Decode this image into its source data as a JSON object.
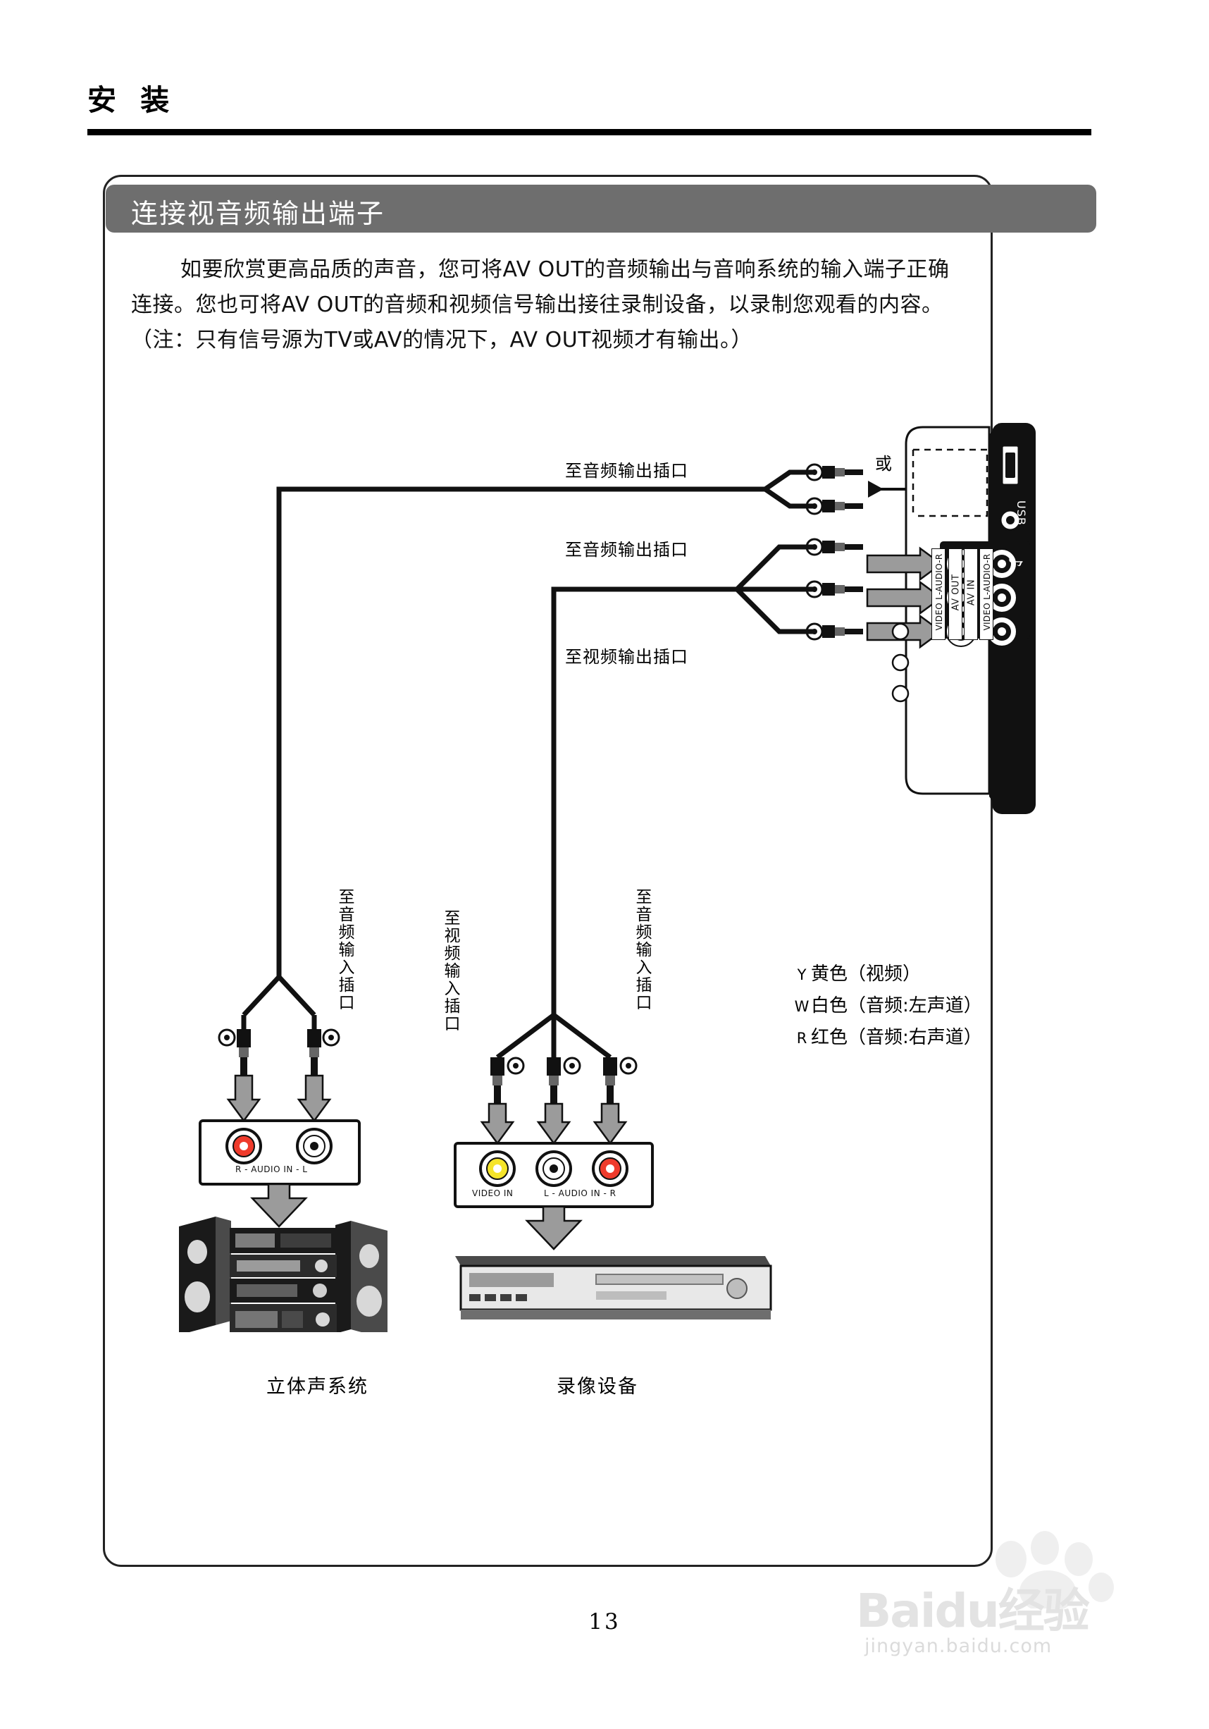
{
  "header": {
    "title": "安 装",
    "page_number": "13"
  },
  "section": {
    "banner_title": "连接视音频输出端子",
    "paragraph_line1": "如要欣赏更高品质的声音，您可将AV OUT的音频输出与音响系统的输入端子正确",
    "paragraph_line2": "连接。您也可将AV OUT的音频和视频信号输出接往录制设备，以录制您观看的内容。",
    "paragraph_line3": "（注：只有信号源为TV或AV的情况下，AV OUT视频才有输出。）"
  },
  "diagram": {
    "labels": {
      "tv_audio_out_top": "至音频输出插口",
      "tv_audio_out_mid": "至音频输出插口",
      "tv_video_out": "至视频输出插口",
      "or": "或",
      "stereo_audio_in": "至音频输入插口",
      "recorder_video_in": "至视频输入插口",
      "recorder_audio_in": "至音频输入插口"
    },
    "tv_panel": {
      "usb": "USB",
      "headphone_icon": "headphone-icon",
      "av_out_label": "AV OUT",
      "av_in_label": "AV IN",
      "av_out_jacks": "VIDEO  L-AUDIO-R",
      "av_in_jacks": "VIDEO  L-AUDIO-R"
    },
    "stereo_jack_panel": {
      "label": "R - AUDIO IN - L"
    },
    "recorder_jack_panel": {
      "video_label": "VIDEO IN",
      "audio_label": "L - AUDIO IN - R"
    },
    "legend": [
      {
        "mark": "Y",
        "text": "黄色（视频）"
      },
      {
        "mark": "W",
        "text": "白色（音频:左声道）"
      },
      {
        "mark": "R",
        "text": "红色（音频:右声道）"
      }
    ],
    "captions": {
      "stereo_system": "立体声系统",
      "recorder": "录像设备"
    }
  },
  "watermark": {
    "brand": "Baidu经验",
    "url": "jingyan.baidu.com"
  }
}
